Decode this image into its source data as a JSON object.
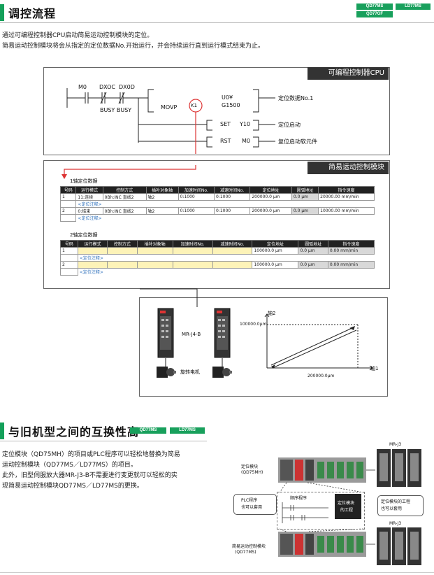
{
  "header": {
    "title": "调控流程",
    "badges": [
      "QD77MS",
      "LD77MS",
      "QD77GF"
    ]
  },
  "intro": [
    "通过可编程控制器CPU启动简易运动控制模块的定位。",
    "简易运动控制模块将会从指定的定位数据No.开始运行，并会持续运行直到运行模式结束为止。"
  ],
  "plc": {
    "panel_title": "可编程控制器CPU",
    "contacts": [
      "M0",
      "DXOC",
      "DX0D"
    ],
    "busy": "BUSY BUSY",
    "movp": "MOVP",
    "k1": "K1",
    "operand1": "U0¥",
    "operand2": "G1500",
    "set": "SET",
    "set_dev": "Y10",
    "rst": "RST",
    "rst_dev": "M0",
    "note1": "定位数据No.1",
    "note2": "定位启动",
    "note3": "复位启动软元件"
  },
  "motion": {
    "panel_title": "简易运动控制模块",
    "axis1_title": "1轴定位数据",
    "axis2_title": "2轴定位数据",
    "headers": [
      "号码",
      "运行模式",
      "控制方式",
      "插补对象轴",
      "加速时间No.",
      "减速时间No.",
      "定位地址",
      "圆弧地址",
      "指令速度"
    ],
    "axis1_rows": [
      {
        "no": "1",
        "mode": "11:连续",
        "ctrl": "0Bh:INC 直线2",
        "axis": "轴2",
        "acc": "0:1000",
        "dec": "0:1000",
        "addr": "200000.0 μm",
        "arc": "0.0 μm",
        "speed": "20000.00 mm/min",
        "sub": "<定位注释>"
      },
      {
        "no": "2",
        "mode": "0:结束",
        "ctrl": "0Bh:INC 直线2",
        "axis": "轴2",
        "acc": "0:1000",
        "dec": "0:1000",
        "addr": "200000.0 μm",
        "arc": "0.0 μm",
        "speed": "10000.00 mm/min",
        "sub": "<定位注释>"
      }
    ],
    "axis2_rows": [
      {
        "no": "1",
        "mode": "",
        "ctrl": "",
        "axis": "",
        "acc": "",
        "dec": "",
        "addr": "100000.0 μm",
        "arc": "0.0 μm",
        "speed": "0.00 mm/min",
        "sub": "<定位注释>"
      },
      {
        "no": "2",
        "mode": "",
        "ctrl": "",
        "axis": "",
        "acc": "",
        "dec": "",
        "addr": "100000.0 μm",
        "arc": "0.0 μm",
        "speed": "0.00 mm/min",
        "sub": "<定位注释>"
      }
    ]
  },
  "servo": {
    "amp_label": "MR-J4-B",
    "motor_label": "旋转电机",
    "axis2_label": "轴2",
    "axis1_label": "轴1",
    "y_value": "100000.0μm",
    "x_value": "200000.0μm"
  },
  "section2": {
    "title": "与旧机型之间的互换性高",
    "badges": [
      "QD77MS",
      "LD77MS"
    ],
    "text": [
      "定位模块（QD75MH）的项目或PLC程序可以轻松地替换为简易",
      "运动控制模块（QD77MS／LD77MS）的项目。",
      "此外，旧型伺服放大器MR-J3-B不需要进行变更就可以轻松的实",
      "现简易运动控制模块QD77MS／LD77MS的更换。"
    ],
    "diagram": {
      "mrj3_top": "MR-J3",
      "mrj3_bottom": "MR-J3",
      "pos_module": "定位模块",
      "pos_module_model": "(QD75MH)",
      "plc_prog": "PLC程序",
      "plc_prog2": "也可以套用",
      "seq_prog": "顺序程序",
      "pos_proj": "定位模块",
      "pos_proj2": "的工程",
      "pos_proj_note": "定位模块的工程",
      "pos_proj_note2": "也可以套用",
      "simple_module": "简易运动控制模块",
      "simple_module_model": "(QD77MS)"
    }
  }
}
